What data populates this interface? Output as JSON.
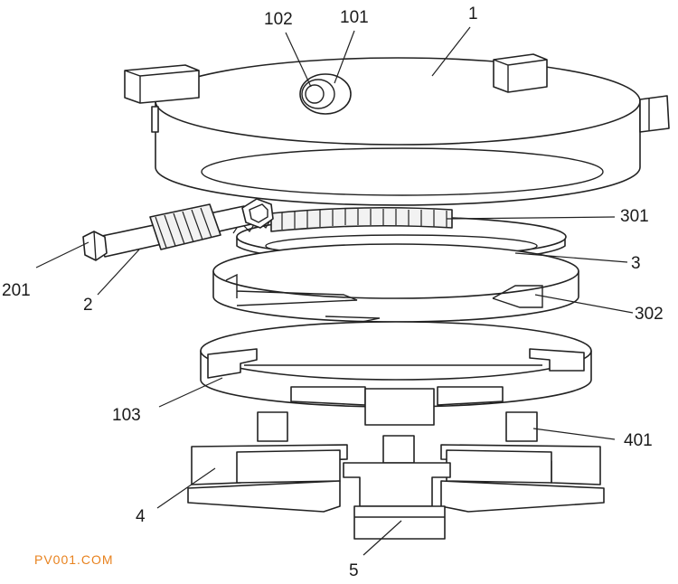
{
  "labels": {
    "l1": "1",
    "l101": "101",
    "l102": "102",
    "l2": "2",
    "l201": "201",
    "l3": "3",
    "l301": "301",
    "l302": "302",
    "l103": "103",
    "l4": "4",
    "l401": "401",
    "l5": "5"
  },
  "watermark": "PV001.COM"
}
